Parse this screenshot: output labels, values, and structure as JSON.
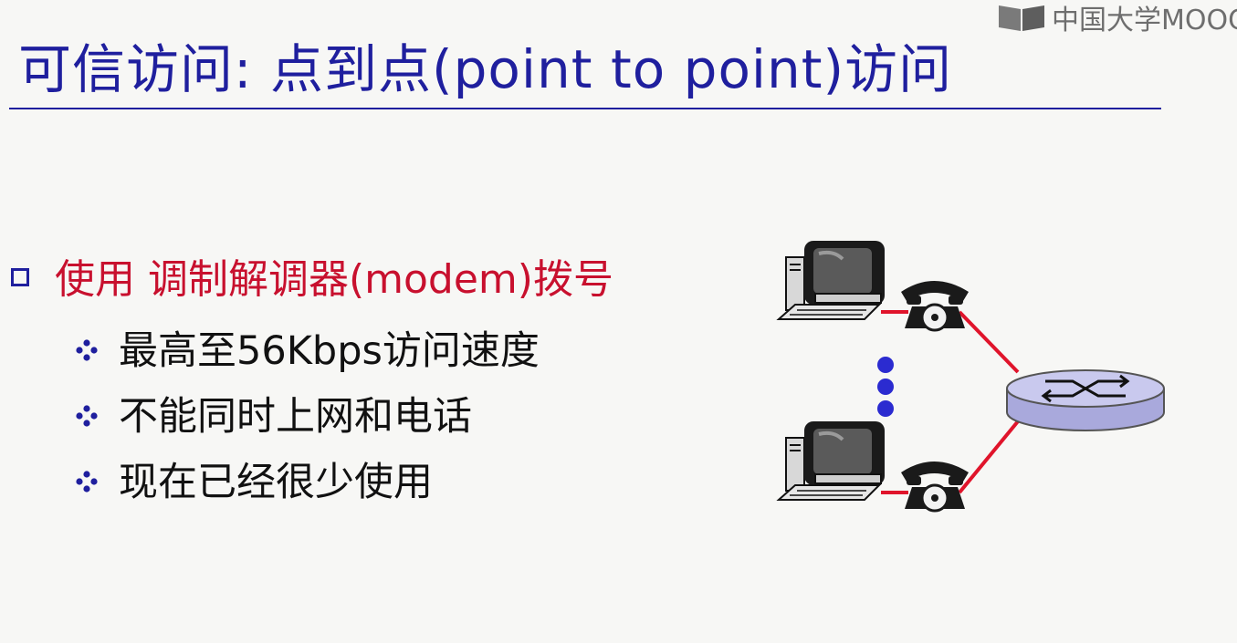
{
  "watermark": {
    "text": "中国大学MOOC"
  },
  "slide": {
    "title": "可信访问: 点到点(point to point)访问",
    "main_bullet": "使用 调制解调器(modem)拨号",
    "sub_bullets": [
      "最高至56Kbps访问速度",
      "不能同时上网和电话",
      "现在已经很少使用"
    ]
  },
  "colors": {
    "title": "#1f1f9e",
    "main_bullet": "#c8102e",
    "link": "#e0142b",
    "dots": "#2b2bd0",
    "router": "#b9b9e6"
  },
  "diagram": {
    "nodes": [
      "computer-icon",
      "telephone-icon",
      "computer-icon",
      "telephone-icon",
      "router-icon"
    ]
  }
}
